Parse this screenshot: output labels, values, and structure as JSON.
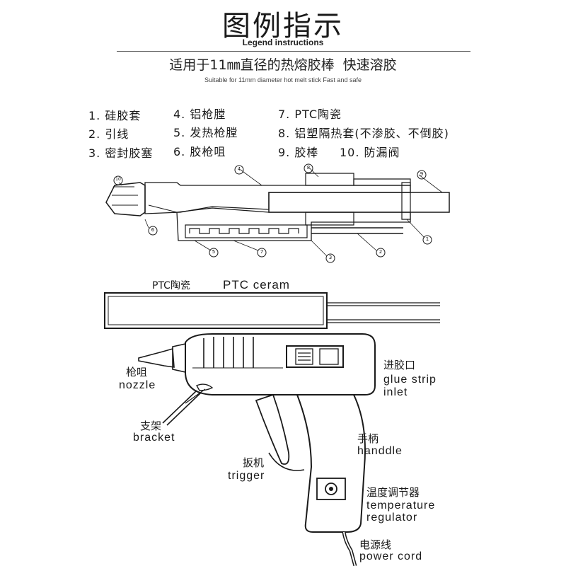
{
  "header": {
    "title": "图例指示",
    "subtitle": "Legend instructions",
    "cn_description": "适用于11㎜直径的热熔胶棒 快速溶胶",
    "en_description": "Suitable for 11mm diameter hot melt stick  Fast and safe"
  },
  "legend": {
    "items": [
      "1. 硅胶套",
      "4. 铝枪膛",
      "7. PTC陶瓷",
      "2. 引线",
      "5. 发热枪膛",
      "8. 铝塑隔热套(不渗胶、不倒胶)",
      "3. 密封胶塞",
      "6. 胶枪咀",
      "9. 胶棒",
      "10. 防漏阀"
    ]
  },
  "cross_section": {
    "callouts": [
      "10",
      "4",
      "8",
      "9",
      "6",
      "1",
      "5",
      "7",
      "3",
      "2"
    ]
  },
  "ptc": {
    "label_cn": "PTC陶瓷",
    "label_en": "PTC ceram"
  },
  "gun_labels": {
    "nozzle_cn": "枪咀",
    "nozzle_en": "nozzle",
    "bracket_cn": "支架",
    "bracket_en": "bracket",
    "trigger_cn": "扳机",
    "trigger_en": "trigger",
    "inlet_cn": "进胶口",
    "inlet_en_1": "glue strip",
    "inlet_en_2": "inlet",
    "handle_cn": "手柄",
    "handle_en": "handdle",
    "temp_cn": "温度调节器",
    "temp_en_1": "temperature",
    "temp_en_2": "regulator",
    "cord_cn": "电源线",
    "cord_en": "power cord"
  }
}
